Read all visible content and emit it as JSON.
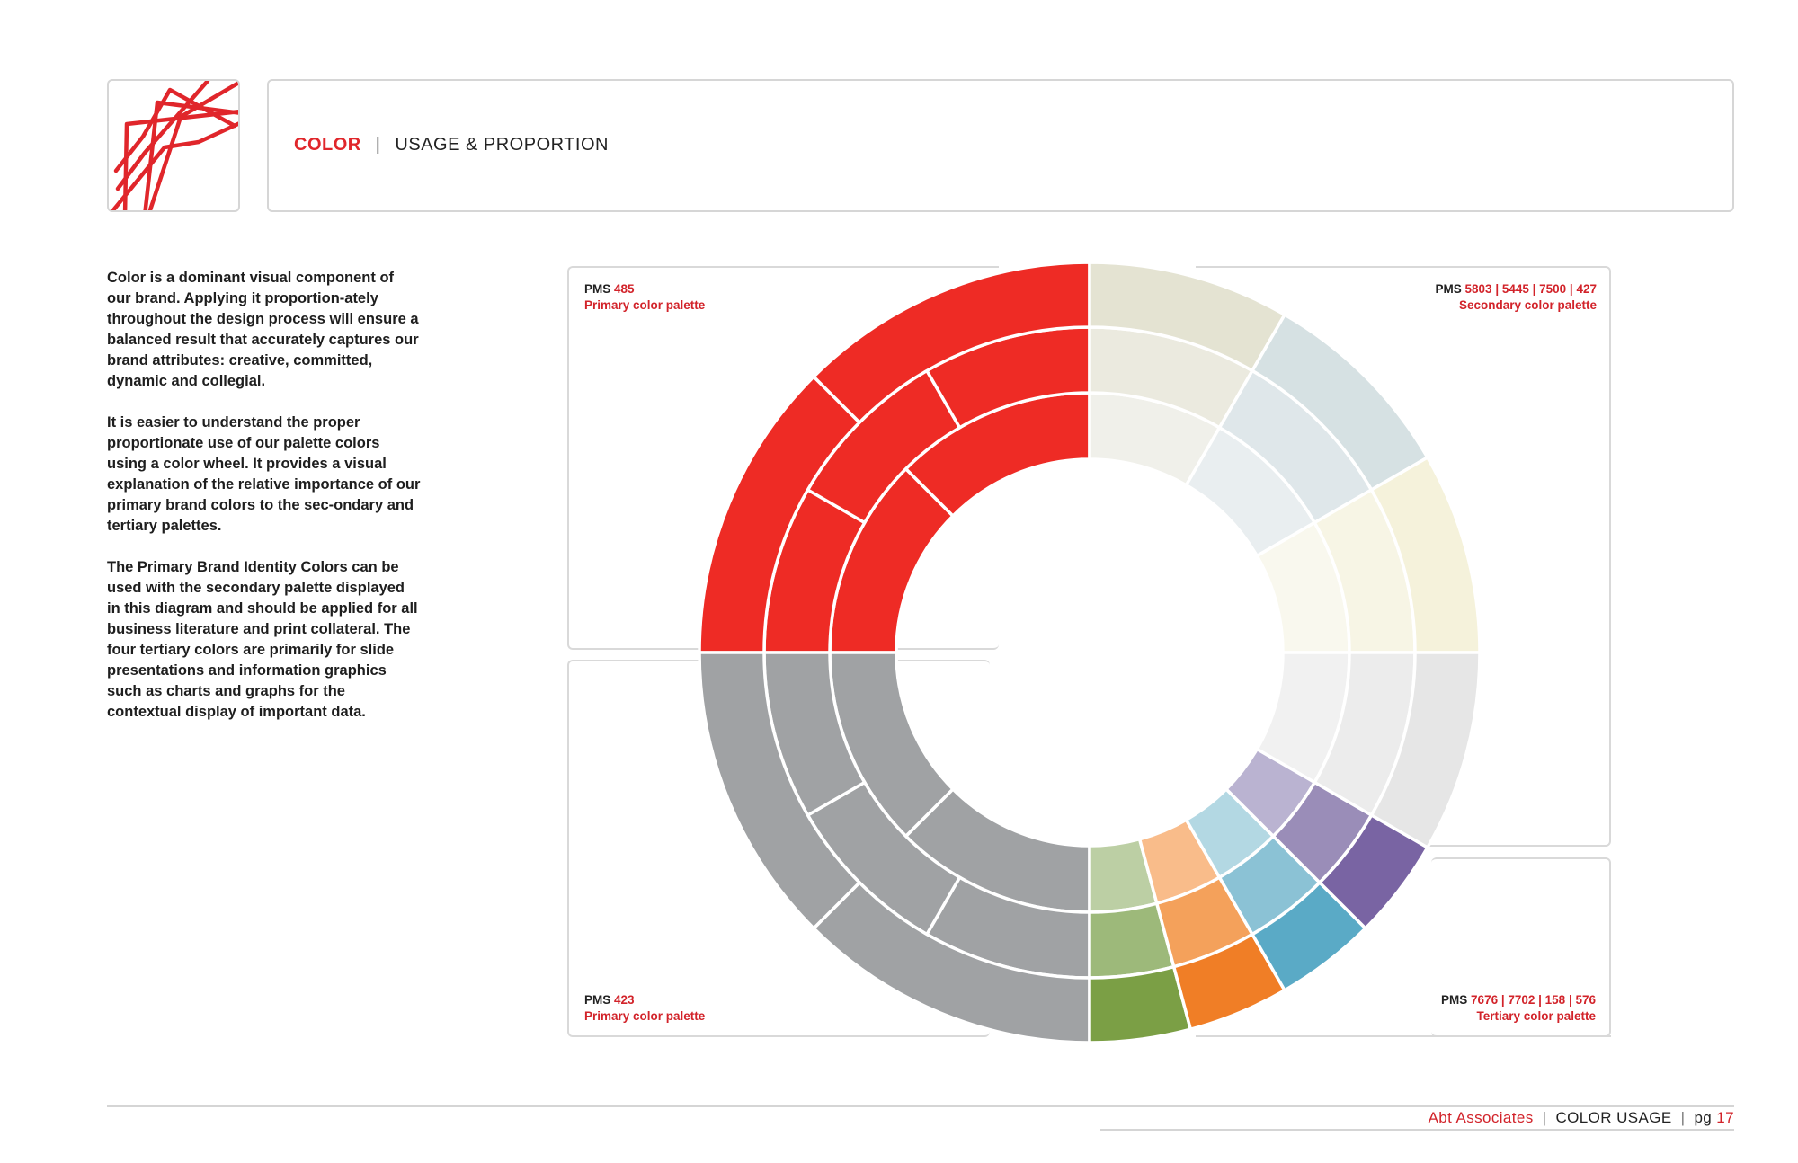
{
  "header": {
    "section": "COLOR",
    "separator": "|",
    "subtitle": "USAGE & PROPORTION"
  },
  "logo": {
    "name": "abt-associates-logo",
    "color": "#e0262b"
  },
  "intro": {
    "p1": "Color is a dominant visual component of our brand. Applying it proportion-ately throughout the design process will ensure a balanced result that accurately captures our brand attributes: creative, committed, dynamic and collegial.",
    "p2": "It is easier to understand the proper proportionate use of our palette colors using a color wheel. It provides a visual explanation of the relative importance of our primary brand colors to the sec-ondary and tertiary palettes.",
    "p3": "The Primary Brand Identity Colors can be used with the secondary palette displayed in this diagram and should be applied for all business literature and print collateral. The four tertiary colors are primarily for slide presentations and information graphics such as charts and graphs for the contextual display of important data."
  },
  "wheel": {
    "labels": {
      "top_left": {
        "prefix": "PMS",
        "value": "485",
        "palette": "Primary color palette"
      },
      "top_right": {
        "prefix": "PMS",
        "value": "5803 | 5445 | 7500 | 427",
        "palette": "Secondary color palette"
      },
      "bottom_left": {
        "prefix": "PMS",
        "value": "423",
        "palette": "Primary color palette"
      },
      "bottom_right": {
        "prefix": "PMS",
        "value": "7676 | 7702 | 158 | 576",
        "palette": "Tertiary color palette"
      }
    },
    "colors": {
      "primary_red": "#ee2b25",
      "primary_gray": "#a0a2a4",
      "secondary": [
        [
          "#e4e3d2",
          "#ebeadf",
          "#f0f0ea"
        ],
        [
          "#d6e1e3",
          "#dfe7ea",
          "#e9eef0"
        ],
        [
          "#f5f2db",
          "#f7f5e5",
          "#f9f8ee"
        ],
        [
          "#e6e6e6",
          "#ececec",
          "#f1f1f1"
        ]
      ],
      "tertiary": [
        [
          "#7b9f45",
          "#9db97a",
          "#bccfa4"
        ],
        [
          "#f07e26",
          "#f4a15b",
          "#f9bc8a"
        ],
        [
          "#5aaac6",
          "#8bc2d5",
          "#b3d8e3"
        ],
        [
          "#7964a3",
          "#9a8db8",
          "#bab3d1"
        ]
      ]
    }
  },
  "footer": {
    "company": "Abt Associates",
    "separator": "|",
    "section": "COLOR USAGE",
    "page_prefix": "pg",
    "page_number": "17"
  }
}
